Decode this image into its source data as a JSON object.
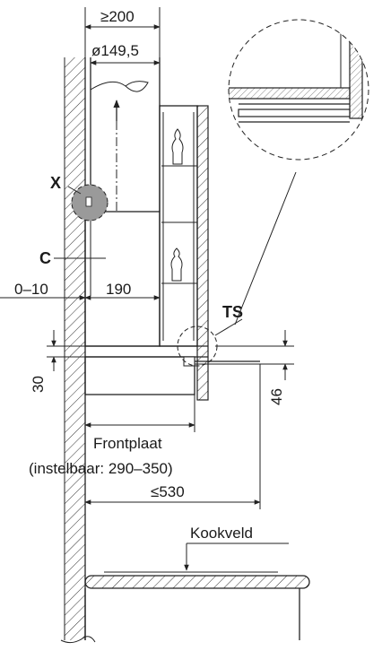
{
  "labels": {
    "dim_min_width": "≥200",
    "dim_diameter": "ø149,5",
    "detail_x": "X",
    "part_c": "C",
    "dim_gap": "0–10",
    "dim_190": "190",
    "part_ts": "TS",
    "dim_30": "30",
    "dim_46": "46",
    "frontplate": "Frontplaat",
    "frontplate_adjustable": "(instelbaar: 290–350)",
    "dim_max_depth": "≤530",
    "hob": "Kookveld"
  },
  "colors": {
    "ink": "#222222",
    "hatch": "#555555",
    "detail_fill": "#9a9a9a"
  }
}
